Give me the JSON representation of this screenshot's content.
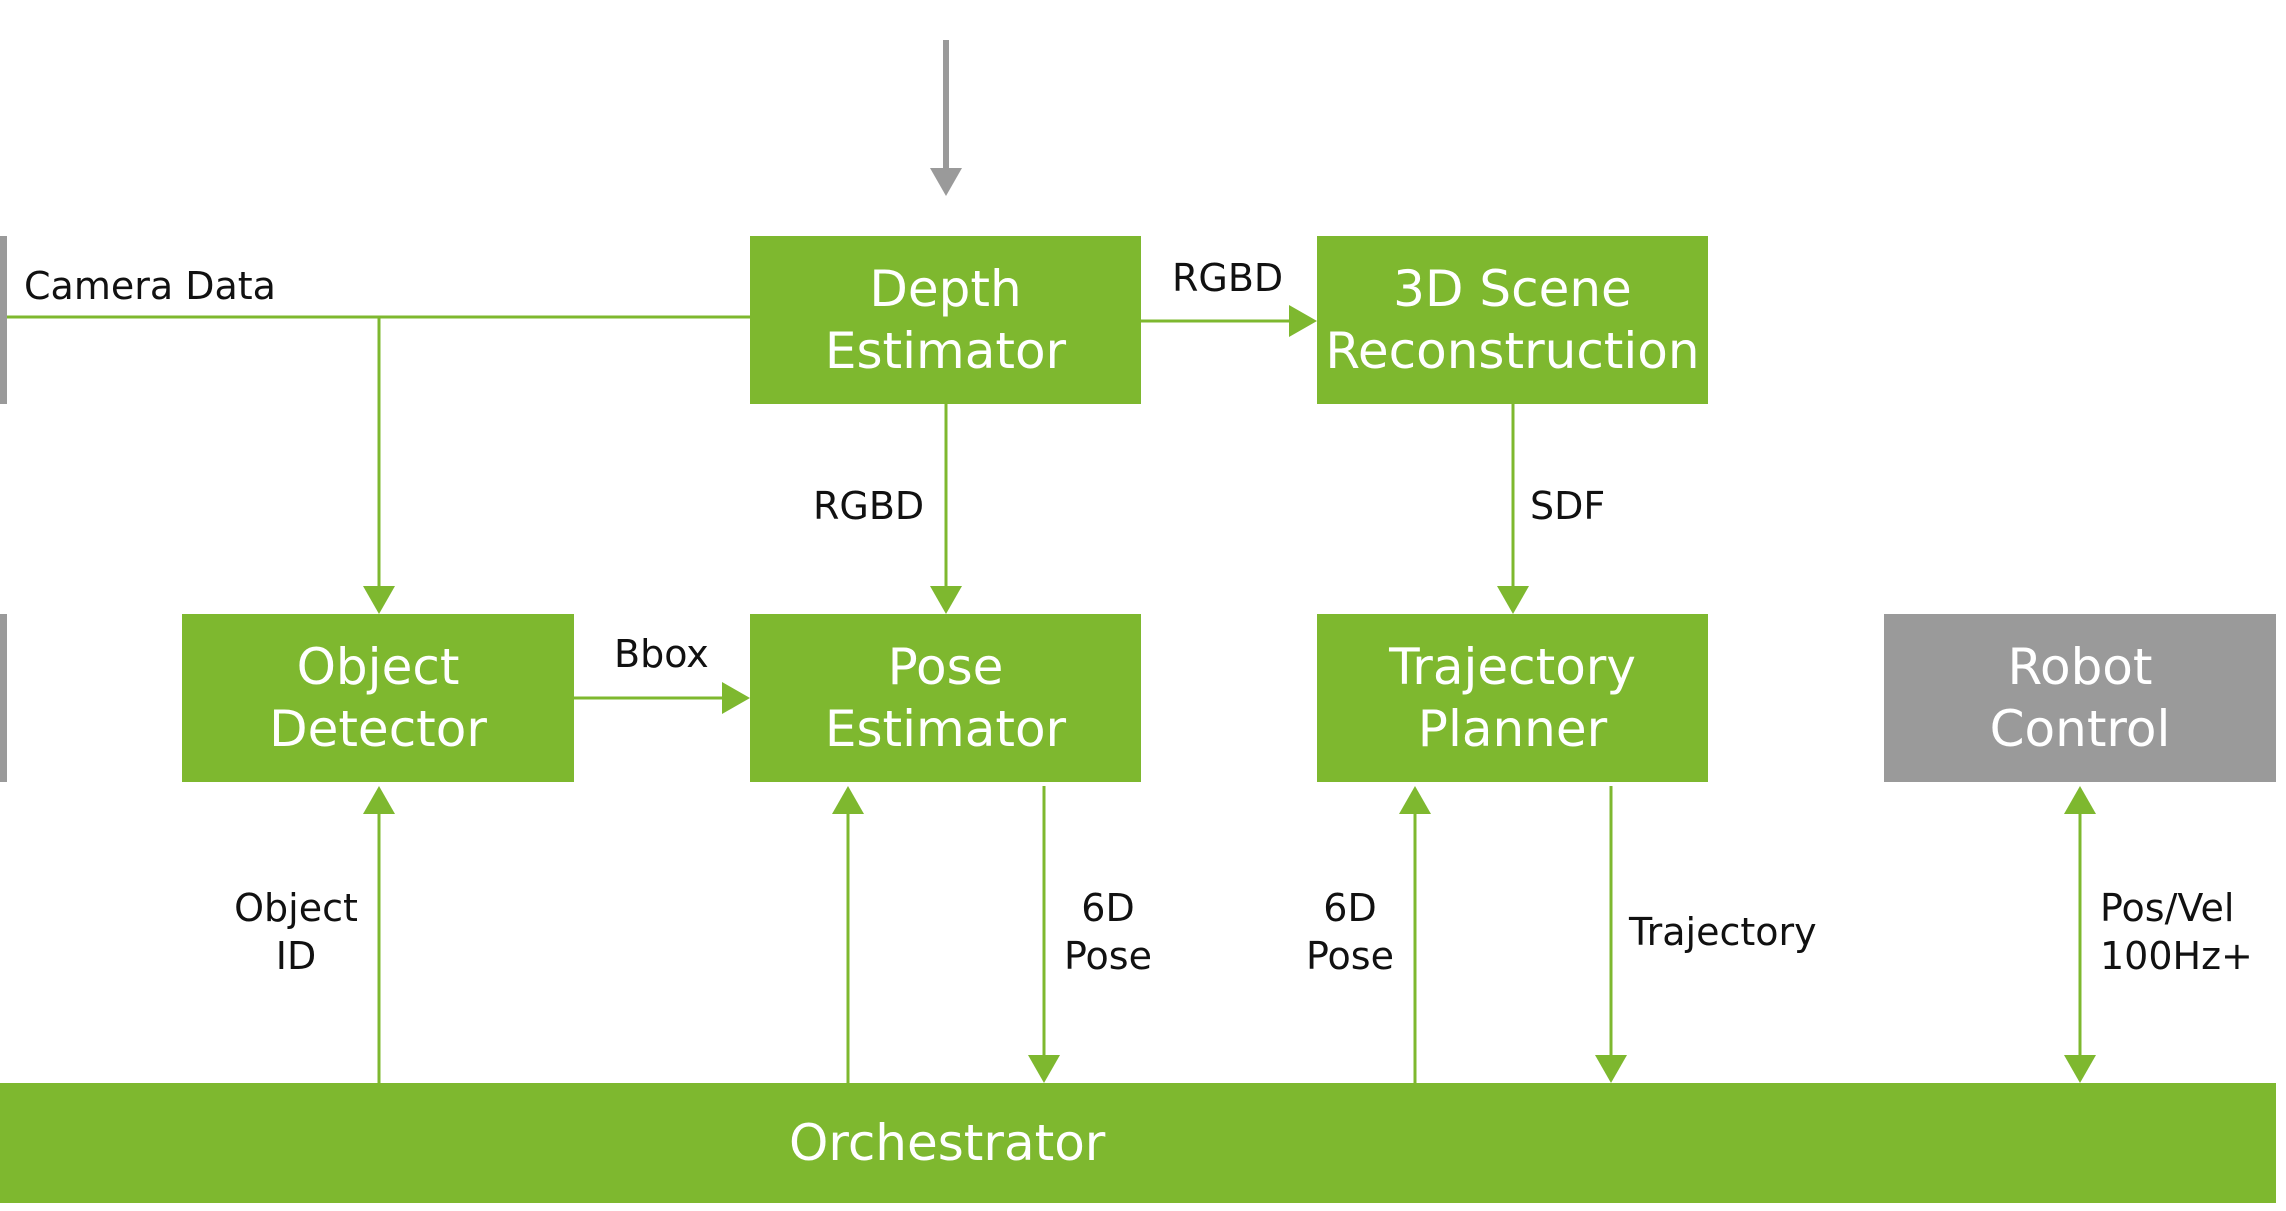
{
  "colors": {
    "accent": "#7eb82f",
    "inactive": "#9a9a9a",
    "text": "#111111",
    "box_text": "#ffffff"
  },
  "boxes": {
    "depth_estimator": [
      "Depth",
      "Estimator"
    ],
    "scene_reconstruction": [
      "3D Scene",
      "Reconstruction"
    ],
    "object_detector": [
      "Object",
      "Detector"
    ],
    "pose_estimator": [
      "Pose",
      "Estimator"
    ],
    "trajectory_planner": [
      "Trajectory",
      "Planner"
    ],
    "robot_control": [
      "Robot",
      "Control"
    ],
    "orchestrator": "Orchestrator"
  },
  "edge_labels": {
    "camera_data": "Camera Data",
    "depth_to_scene": "RGBD",
    "depth_to_pose": "RGBD",
    "scene_to_planner": "SDF",
    "detector_to_pose": "Bbox",
    "object_id": [
      "Object",
      "ID"
    ],
    "pose_6d_out": [
      "6D",
      "Pose"
    ],
    "pose_6d_in": [
      "6D",
      "Pose"
    ],
    "trajectory": "Trajectory",
    "pos_vel": [
      "Pos/Vel",
      "100Hz+"
    ]
  }
}
